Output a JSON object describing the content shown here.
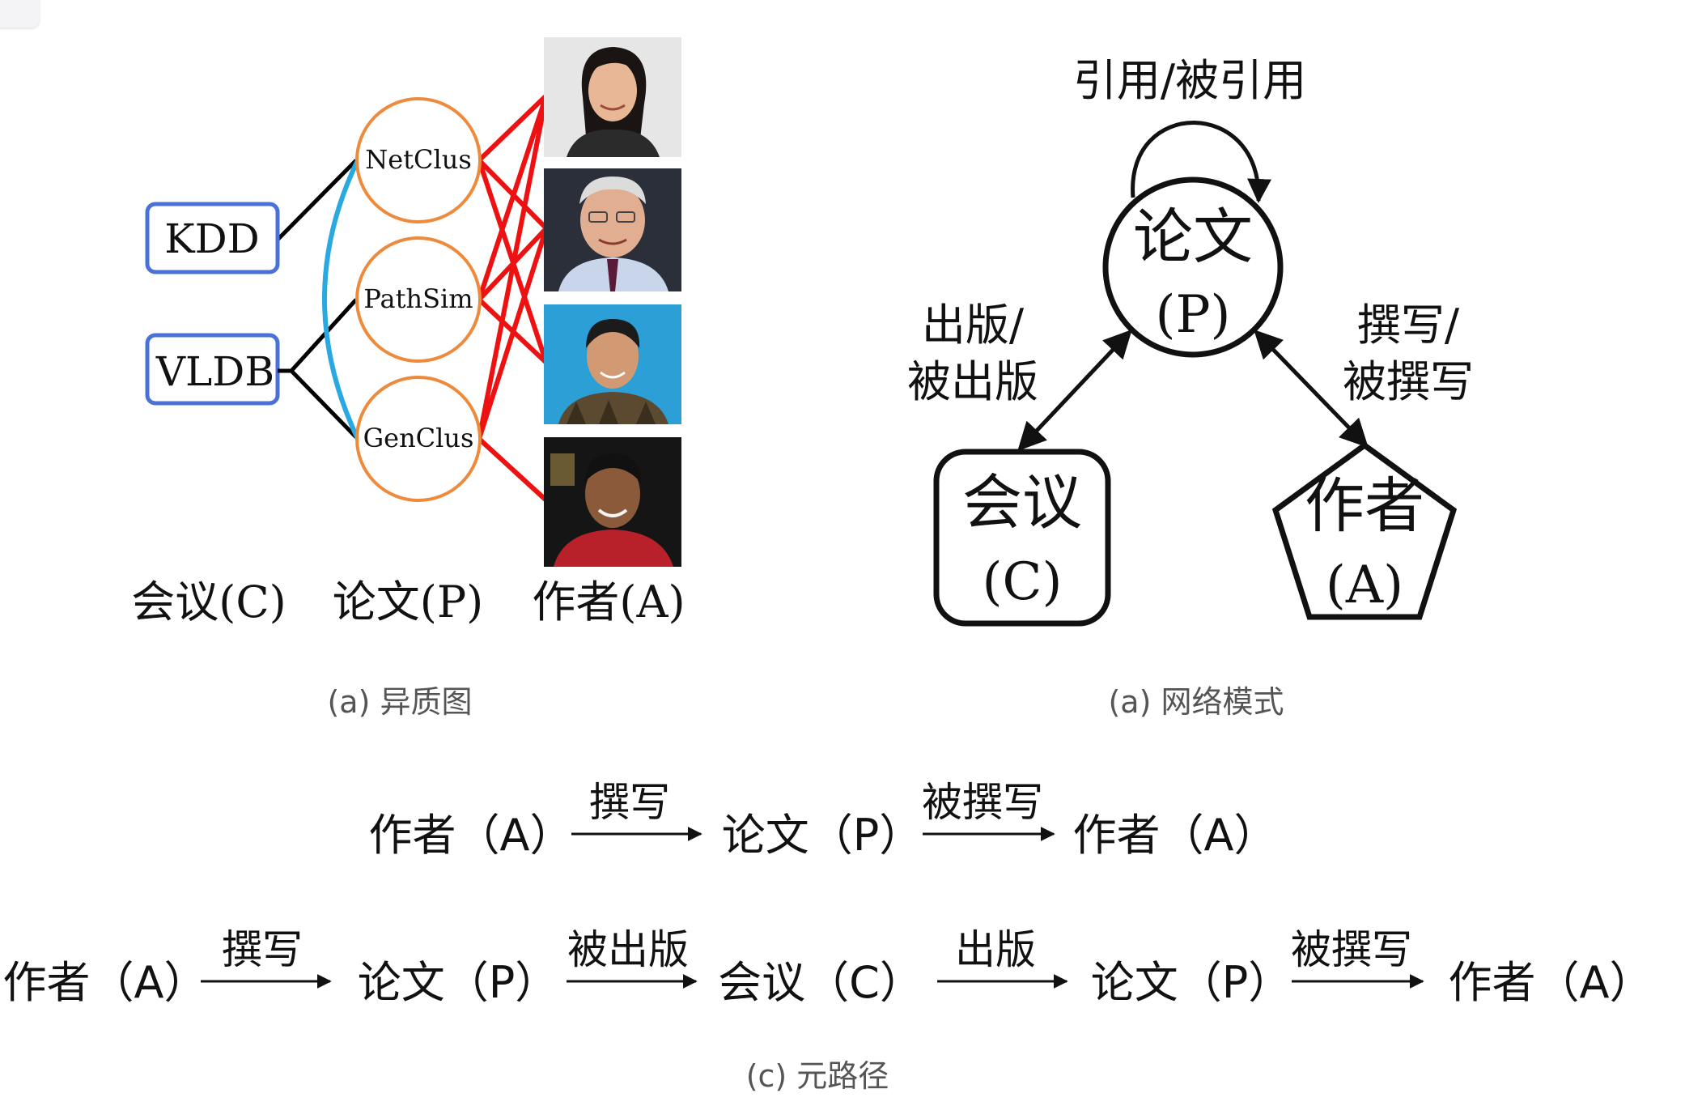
{
  "panel_a": {
    "conferences": [
      "KDD",
      "VLDB"
    ],
    "papers": [
      "NetClus",
      "PathSim",
      "GenClus"
    ],
    "authors": [
      "author-photo-1",
      "author-photo-2",
      "author-photo-3",
      "author-photo-4"
    ],
    "column_labels": [
      "会议(C)",
      "论文(P)",
      "作者(A)"
    ],
    "caption": "(a) 异质图",
    "colors": {
      "conference_border": "#4a72d6",
      "paper_border": "#ee8a3c",
      "conf_edge": "#000000",
      "paper_paper_edge": "#2aa8e0",
      "paper_author_edge": "#ee1111"
    }
  },
  "panel_b": {
    "self_loop_label": "引用/被引用",
    "paper_node": {
      "name": "论文",
      "abbr": "(P)"
    },
    "conference_node": {
      "name": "会议",
      "abbr": "(C)"
    },
    "author_node": {
      "name": "作者",
      "abbr": "(A)"
    },
    "left_edge_label": [
      "出版/",
      "被出版"
    ],
    "right_edge_label": [
      "撰写/",
      "被撰写"
    ],
    "caption": "(a) 网络模式"
  },
  "panel_c": {
    "path_1": {
      "nodes": [
        "作者（A）",
        "论文（P）",
        "作者（A）"
      ],
      "relations": [
        "撰写",
        "被撰写"
      ]
    },
    "path_2": {
      "nodes": [
        "作者（A）",
        "论文（P）",
        "会议（C）",
        "论文（P）",
        "作者（A）"
      ],
      "relations": [
        "撰写",
        "被出版",
        "出版",
        "被撰写"
      ]
    },
    "caption": "(c) 元路径"
  }
}
